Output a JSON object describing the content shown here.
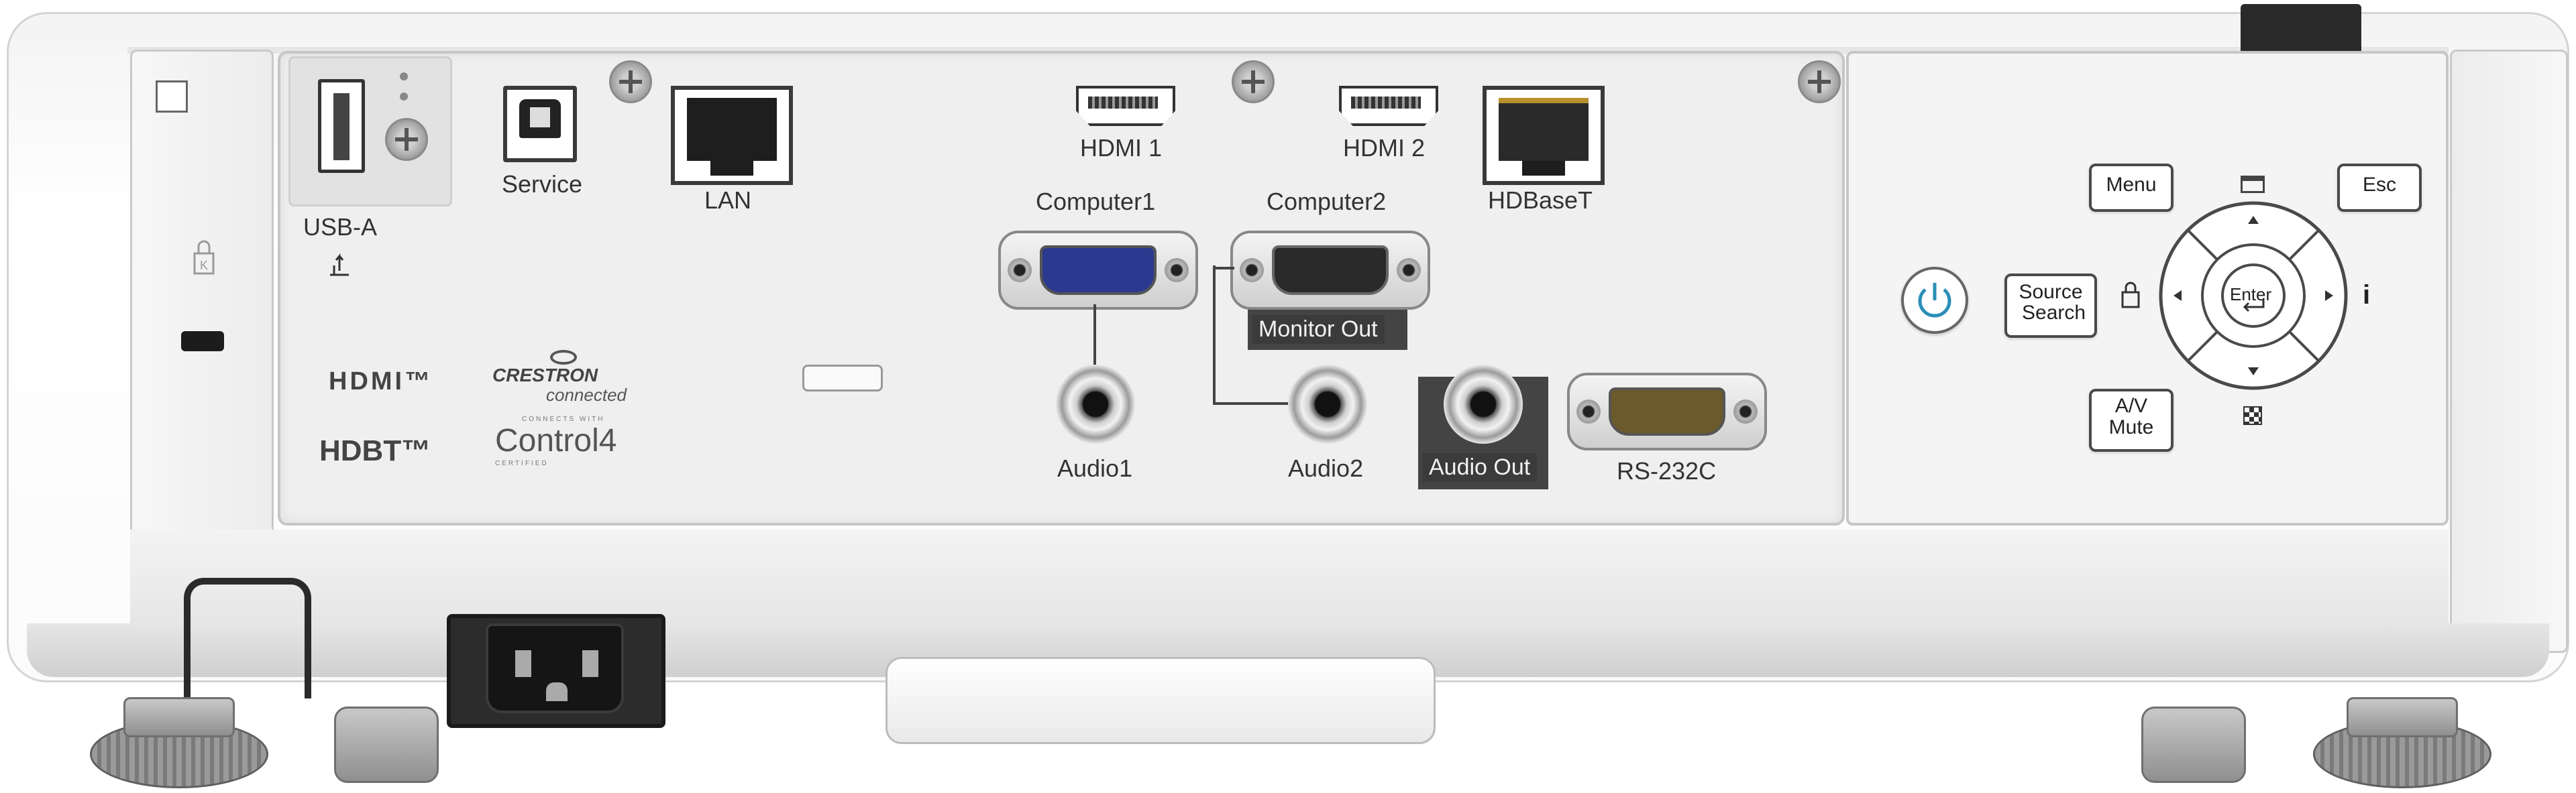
{
  "ports": {
    "usb": "USB-A",
    "service": "Service",
    "lan": "LAN",
    "hdmi1": "HDMI 1",
    "hdmi2": "HDMI 2",
    "hdbaset": "HDBaseT",
    "computer1": "Computer1",
    "computer2": "Computer2",
    "monitor_out": "Monitor Out",
    "audio1": "Audio1",
    "audio2": "Audio2",
    "audio_out": "Audio Out",
    "rs232c": "RS-232C"
  },
  "logos": {
    "hdmi": "HDMI™",
    "hdbt": "HDBT™",
    "crestron_line1": "CRESTRON",
    "crestron_line2": "connected",
    "control4_top": "CONNECTS WITH",
    "control4": "Control4",
    "control4_bottom": "CERTIFIED"
  },
  "control_panel": {
    "menu": "Menu",
    "esc": "Esc",
    "source_line1": "Source",
    "source_line2": "Search",
    "enter": "Enter",
    "av_line1": "A/V",
    "av_line2": "Mute",
    "info": "i"
  },
  "icons": [
    "power-icon",
    "lock-icon",
    "usb-symbol-icon",
    "kensington-lock-icon",
    "arrow-up-icon",
    "arrow-down-icon",
    "arrow-left-icon",
    "arrow-right-icon",
    "enter-return-icon",
    "window-icon",
    "pattern-icon"
  ],
  "colors": {
    "body": "#ffffff",
    "panel": "#efefef",
    "power_accent": "#2a8fb8",
    "vga_blue": "#2b3a8f",
    "badge": "#3b3b3b"
  }
}
